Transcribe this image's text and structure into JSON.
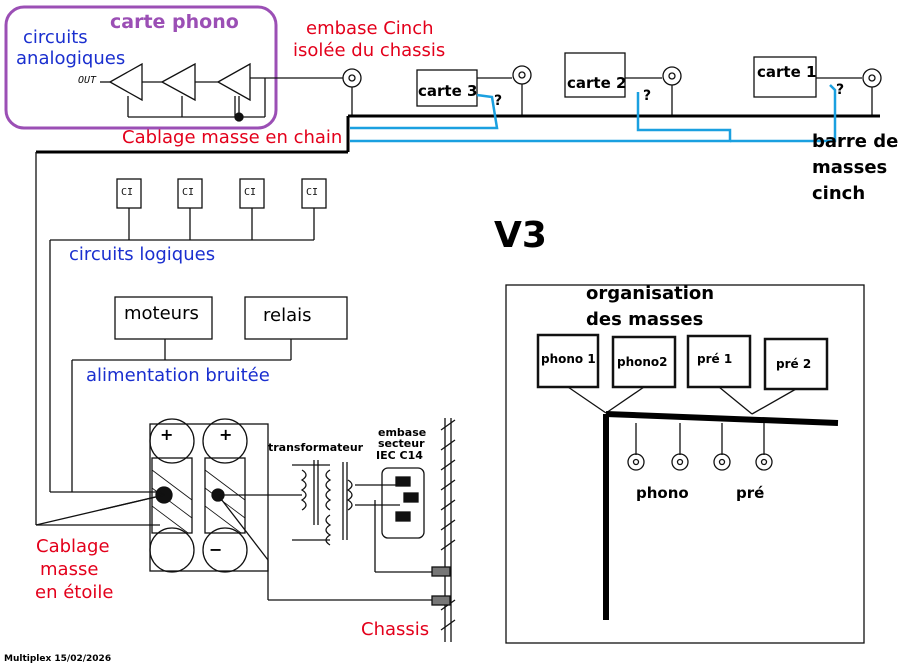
{
  "top": {
    "phono_card_title": "carte phono",
    "analog_circuits": [
      "circuits",
      "analogiques"
    ],
    "out_label": "OUT",
    "cinch_socket": [
      "embase Cinch",
      "isolée du chassis"
    ],
    "card3": "carte 3",
    "card2": "carte 2",
    "card1": "carte 1",
    "question": "?",
    "chain_wiring": "Cablage masse en chain",
    "ground_bar": [
      "barre de",
      "masses",
      "cinch"
    ]
  },
  "left": {
    "ci_label": "CI",
    "logic_circuits": "circuits logiques",
    "motors": "moteurs",
    "relays": "relais",
    "noisy_supply": "alimentation bruitée",
    "transformer": "transformateur",
    "mains_socket": [
      "embase",
      "secteur",
      "IEC C14"
    ],
    "star_wiring": [
      "Cablage",
      "masse",
      "en étoile"
    ],
    "chassis": "Chassis",
    "plus": "+",
    "minus": "−"
  },
  "version": "V3",
  "inset": {
    "title": [
      "organisation",
      "des masses"
    ],
    "boxes": [
      "phono 1",
      "phono2",
      "pré 1",
      "pré 2"
    ],
    "phono": "phono",
    "pre": "pré"
  },
  "footer": "Multiplex 15/02/2026",
  "colors": {
    "red": "#e3001b",
    "blue": "#1a2fcf",
    "purple": "#9b4fb5",
    "cyan_wire": "#1aa0e0"
  }
}
